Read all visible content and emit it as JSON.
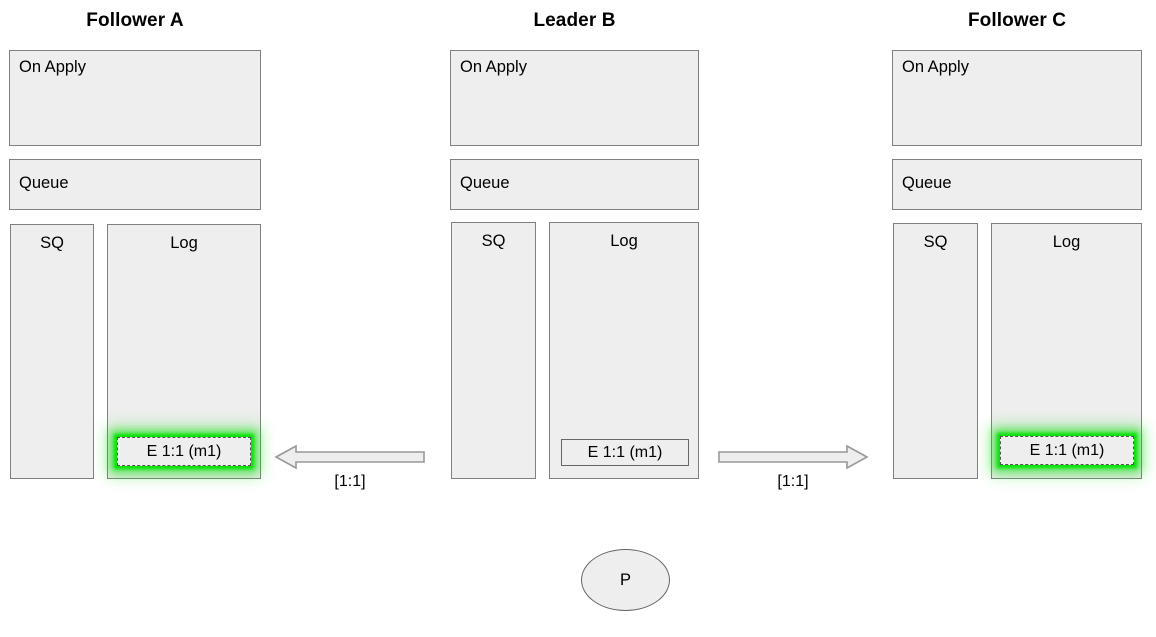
{
  "diagram": {
    "title_bar": "",
    "nodes": [
      {
        "id": "follower-a",
        "title": "Follower A",
        "on_apply_label": "On Apply",
        "queue_label": "Queue",
        "sq_label": "SQ",
        "log_label": "Log",
        "entries": [
          {
            "text": "E 1:1 (m1)",
            "highlighted": true,
            "style": "dashed-green-glow"
          }
        ]
      },
      {
        "id": "leader-b",
        "title": "Leader B",
        "on_apply_label": "On Apply",
        "queue_label": "Queue",
        "sq_label": "SQ",
        "log_label": "Log",
        "entries": [
          {
            "text": "E 1:1 (m1)",
            "highlighted": false,
            "style": "solid"
          }
        ]
      },
      {
        "id": "follower-c",
        "title": "Follower C",
        "on_apply_label": "On Apply",
        "queue_label": "Queue",
        "sq_label": "SQ",
        "log_label": "Log",
        "entries": [
          {
            "text": "E 1:1 (m1)",
            "highlighted": true,
            "style": "dashed-green-glow"
          }
        ]
      }
    ],
    "arrows": [
      {
        "id": "arrow-left",
        "direction": "left",
        "label": "[1:1]",
        "from": "leader-b",
        "to": "follower-a"
      },
      {
        "id": "arrow-right",
        "direction": "right",
        "label": "[1:1]",
        "from": "leader-b",
        "to": "follower-c"
      }
    ],
    "client": {
      "id": "client-p",
      "label": "P"
    },
    "colors": {
      "box_fill": "#eeeeee",
      "box_border": "#808080",
      "entry_border": "#666666",
      "highlight_glow": "#00e100",
      "text": "#000000",
      "background": "#ffffff"
    }
  }
}
